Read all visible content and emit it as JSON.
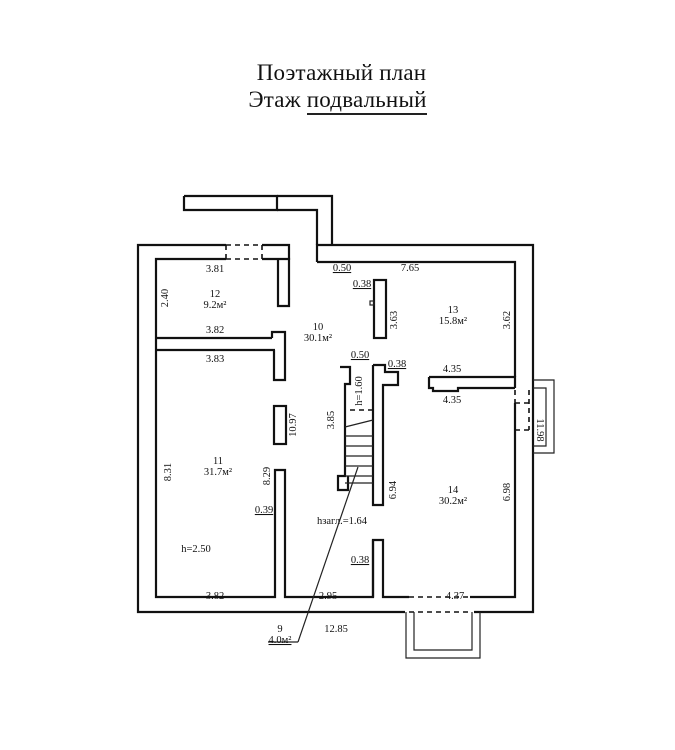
{
  "title": {
    "line1": "Поэтажный план",
    "line2_prefix": "Этаж",
    "line2_value": "подвальный"
  },
  "rooms": [
    {
      "number": "9",
      "area": "4.0м²"
    },
    {
      "number": "10",
      "area": "30.1м²"
    },
    {
      "number": "11",
      "area": "31.7м²"
    },
    {
      "number": "12",
      "area": "9.2м²"
    },
    {
      "number": "13",
      "area": "15.8м²"
    },
    {
      "number": "14",
      "area": "30.2м²"
    }
  ],
  "dimensions": {
    "room12_top": "3.81",
    "room12_side": "2.40",
    "room12_bottom": "3.82",
    "room11_top": "3.83",
    "room11_side": "8.31",
    "room11_inner_side": "8.29",
    "room11_bottom": "3.82",
    "wall_039": "0.39",
    "corridor_height": "10.97",
    "stair_len": "3.85",
    "wall_050_top": "0.50",
    "room13_top": "7.65",
    "wall_038_top": "0.38",
    "partition_363": "3.63",
    "room13_side": "3.62",
    "wall_050_stair": "0.50",
    "wall_038_stair": "0.38",
    "room13_bottom": "4.35",
    "room14_top": "4.35",
    "stair_h": "h=1.60",
    "room14_left": "6.94",
    "room14_right": "6.98",
    "east_ext": "11.98",
    "hzagl": "hзагл.=1.64",
    "wall_038_bottom": "0.38",
    "room10_bottom": "2.95",
    "room14_bottom": "4.37",
    "overall_bottom": "12.85",
    "ceiling_h": "h=2.50"
  }
}
